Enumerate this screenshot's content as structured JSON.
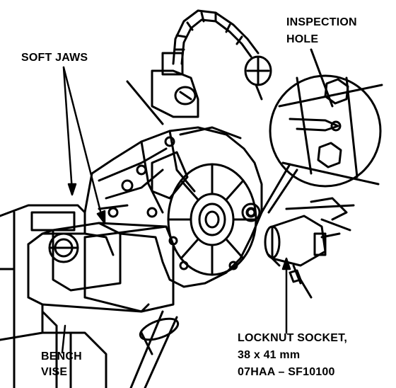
{
  "labels": {
    "soft_jaws": "SOFT JAWS",
    "inspection_hole_line1": "INSPECTION",
    "inspection_hole_line2": "HOLE",
    "bench_vise_line1": "BENCH",
    "bench_vise_line2": "VISE",
    "locknut_line1": "LOCKNUT SOCKET,",
    "locknut_line2": "38 x 41 mm",
    "locknut_line3": "07HAA – SF10100"
  }
}
